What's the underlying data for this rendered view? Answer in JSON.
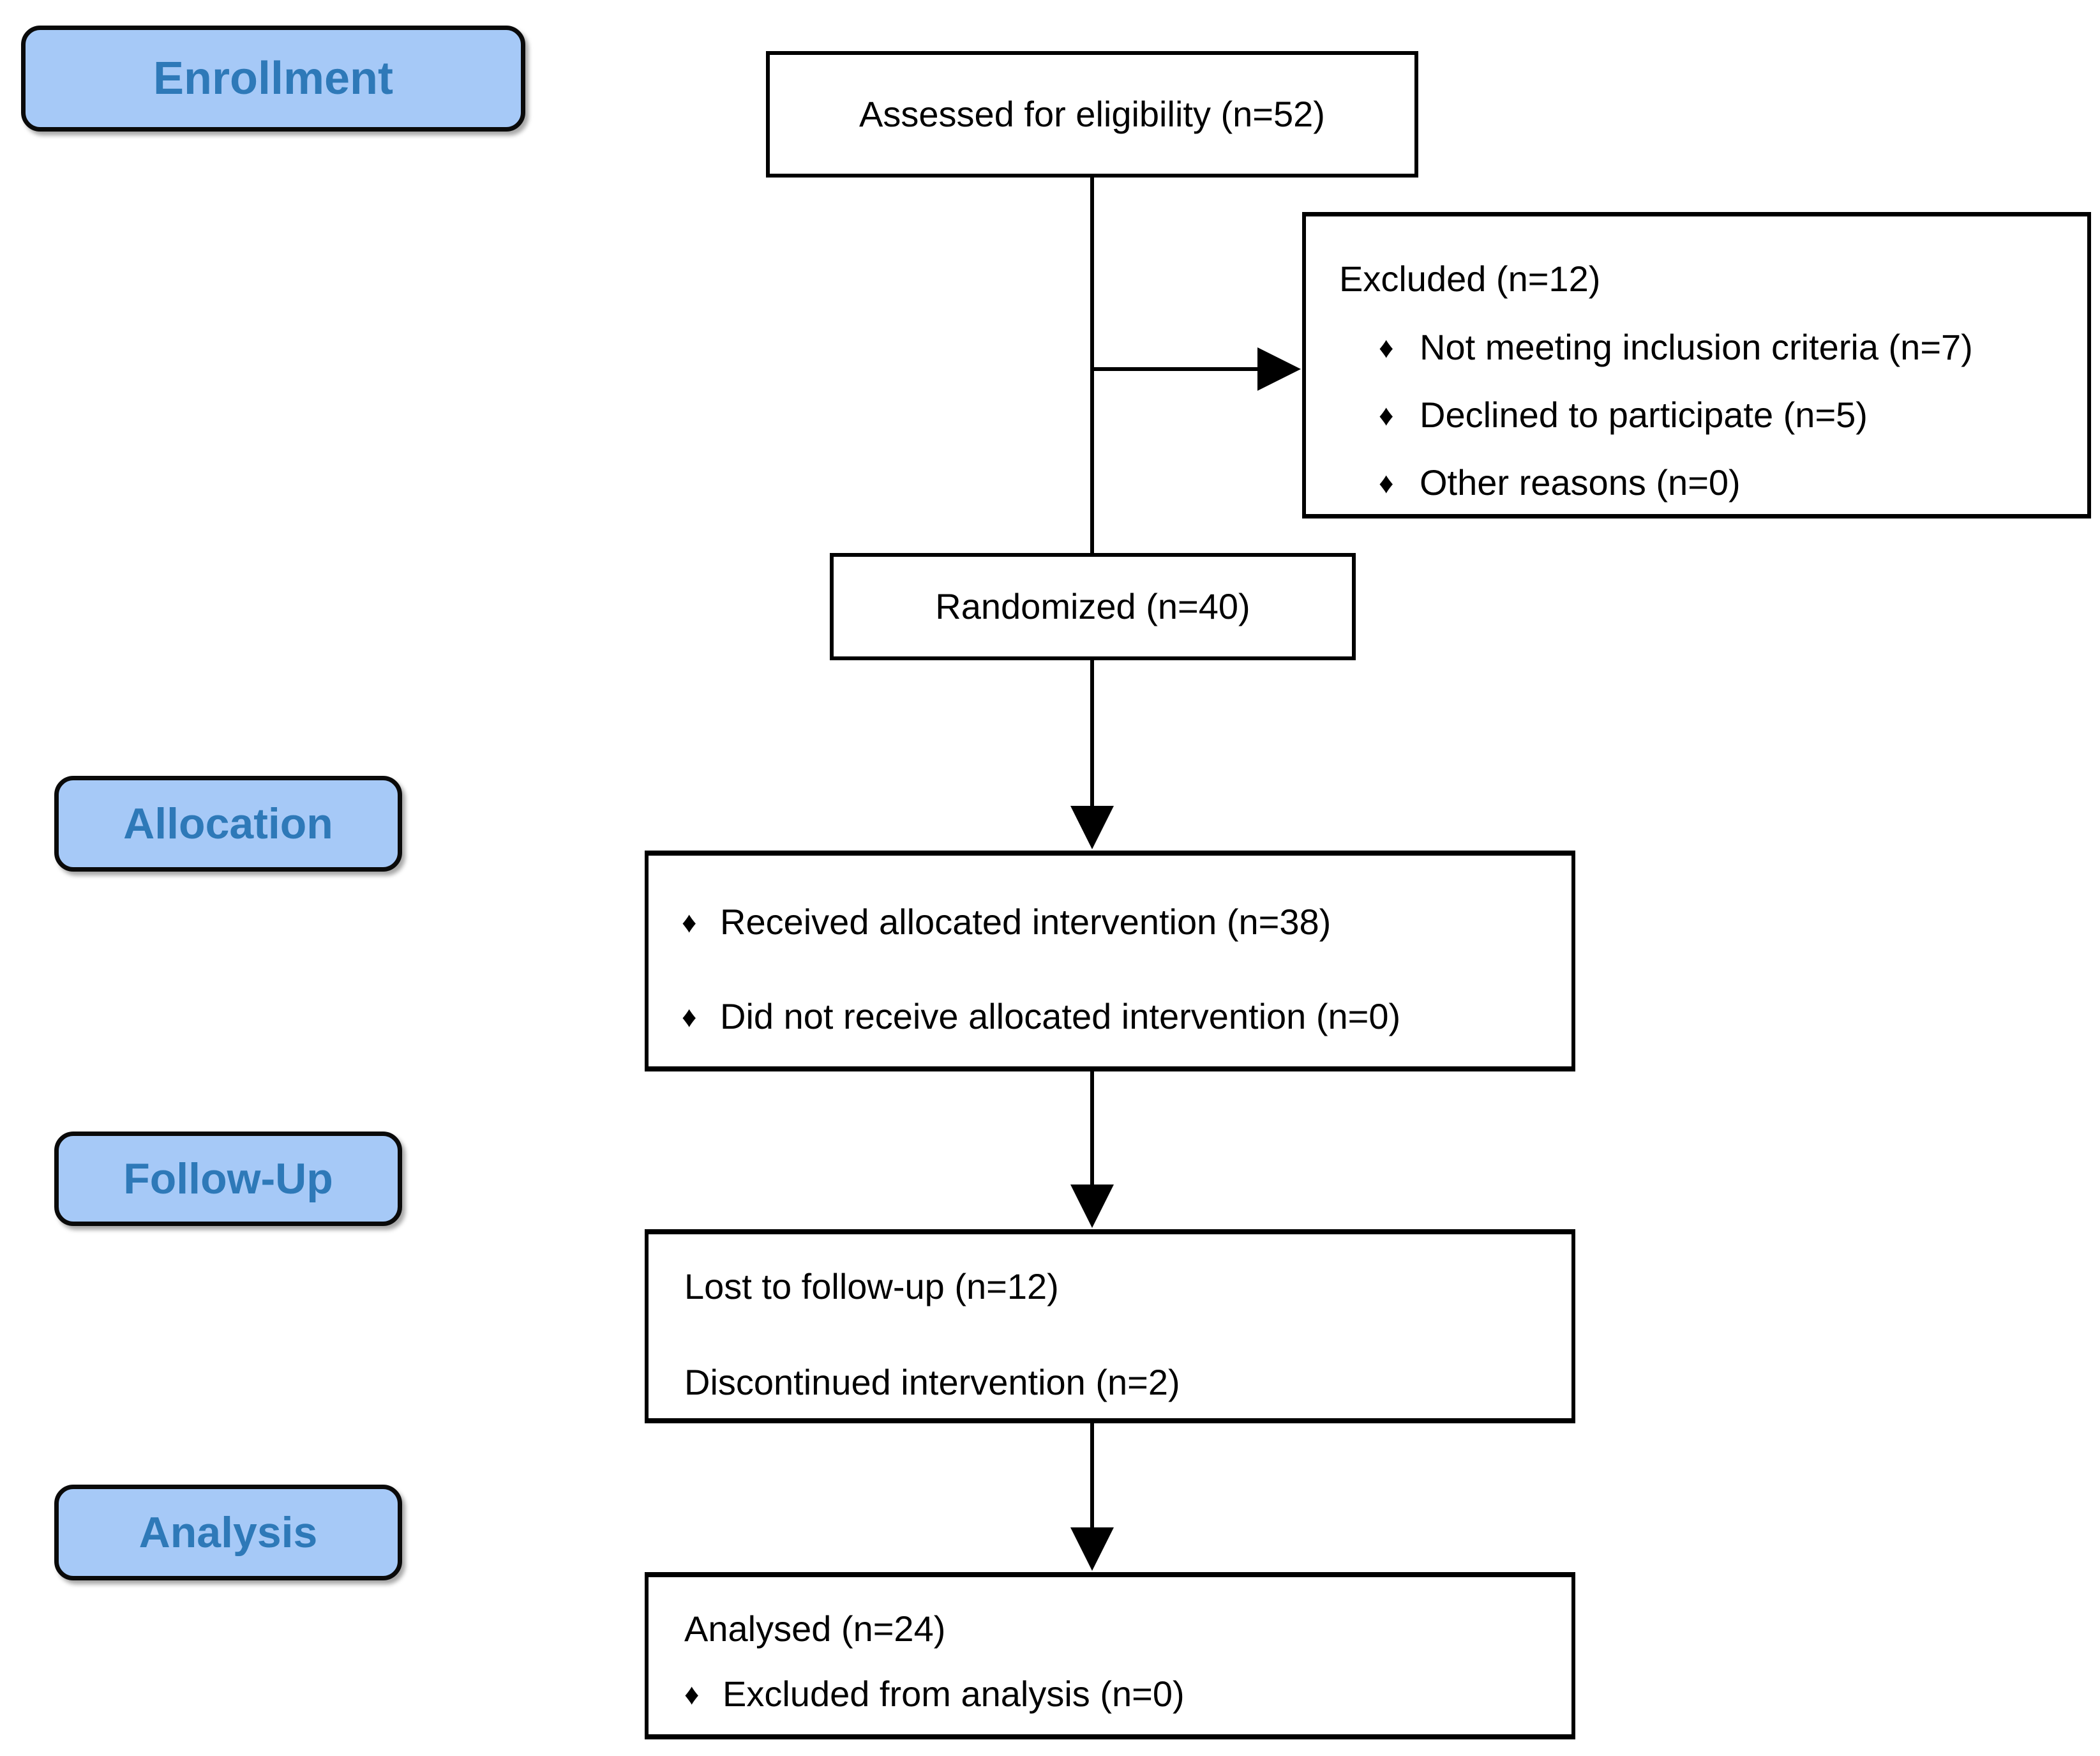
{
  "stages": {
    "enrollment": {
      "label": "Enrollment"
    },
    "allocation": {
      "label": "Allocation"
    },
    "followup": {
      "label": "Follow-Up"
    },
    "analysis": {
      "label": "Analysis"
    }
  },
  "boxes": {
    "assessed": {
      "text": "Assessed for eligibility (n=52)"
    },
    "excluded": {
      "title": "Excluded (n=12)",
      "bullets": [
        "Not meeting inclusion criteria (n=7)",
        "Declined to participate (n=5)",
        "Other reasons (n=0)"
      ]
    },
    "randomized": {
      "text": "Randomized (n=40)"
    },
    "allocation": {
      "bullets": [
        "Received allocated intervention (n=38)",
        "Did not receive allocated intervention (n=0)"
      ]
    },
    "followup": {
      "lines": [
        "Lost to follow-up (n=12)",
        "Discontinued intervention (n=2)"
      ]
    },
    "analysis": {
      "title": "Analysed (n=24)",
      "bullets": [
        "Excluded from analysis (n=0)"
      ]
    }
  },
  "bullet_char": "♦",
  "colors": {
    "stage_fill": "#A6C9F7",
    "stage_text": "#2E79B8",
    "box_background": "#FFFFFF",
    "border_and_lines": "#000000"
  }
}
